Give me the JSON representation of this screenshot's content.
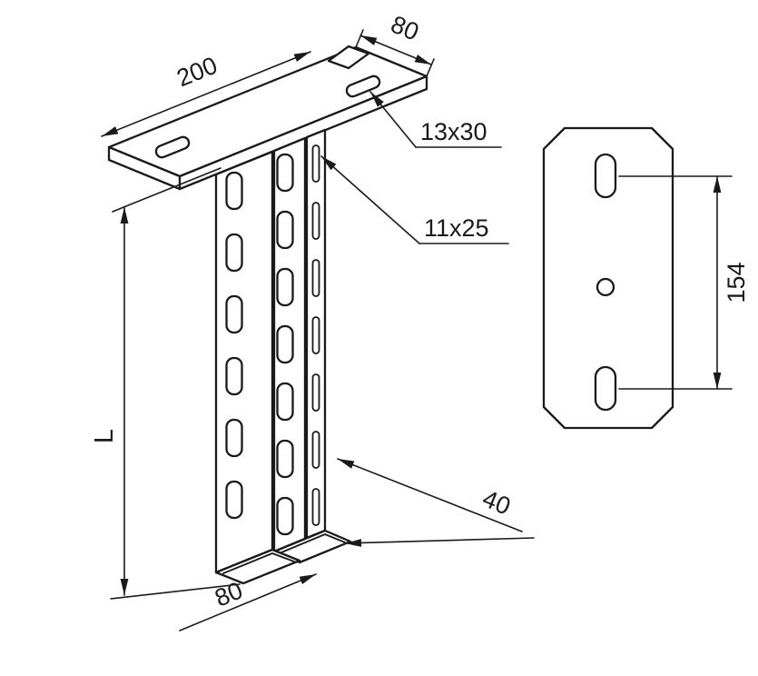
{
  "colors": {
    "line": "#1a1a1a",
    "background": "#ffffff"
  },
  "labels": {
    "plate_length": "200",
    "plate_width": "80",
    "plate_slot": "13x30",
    "channel_slot": "11x25",
    "channel_length": "L",
    "channel_depth": "40",
    "channel_width": "80",
    "hole_spacing": "154"
  }
}
